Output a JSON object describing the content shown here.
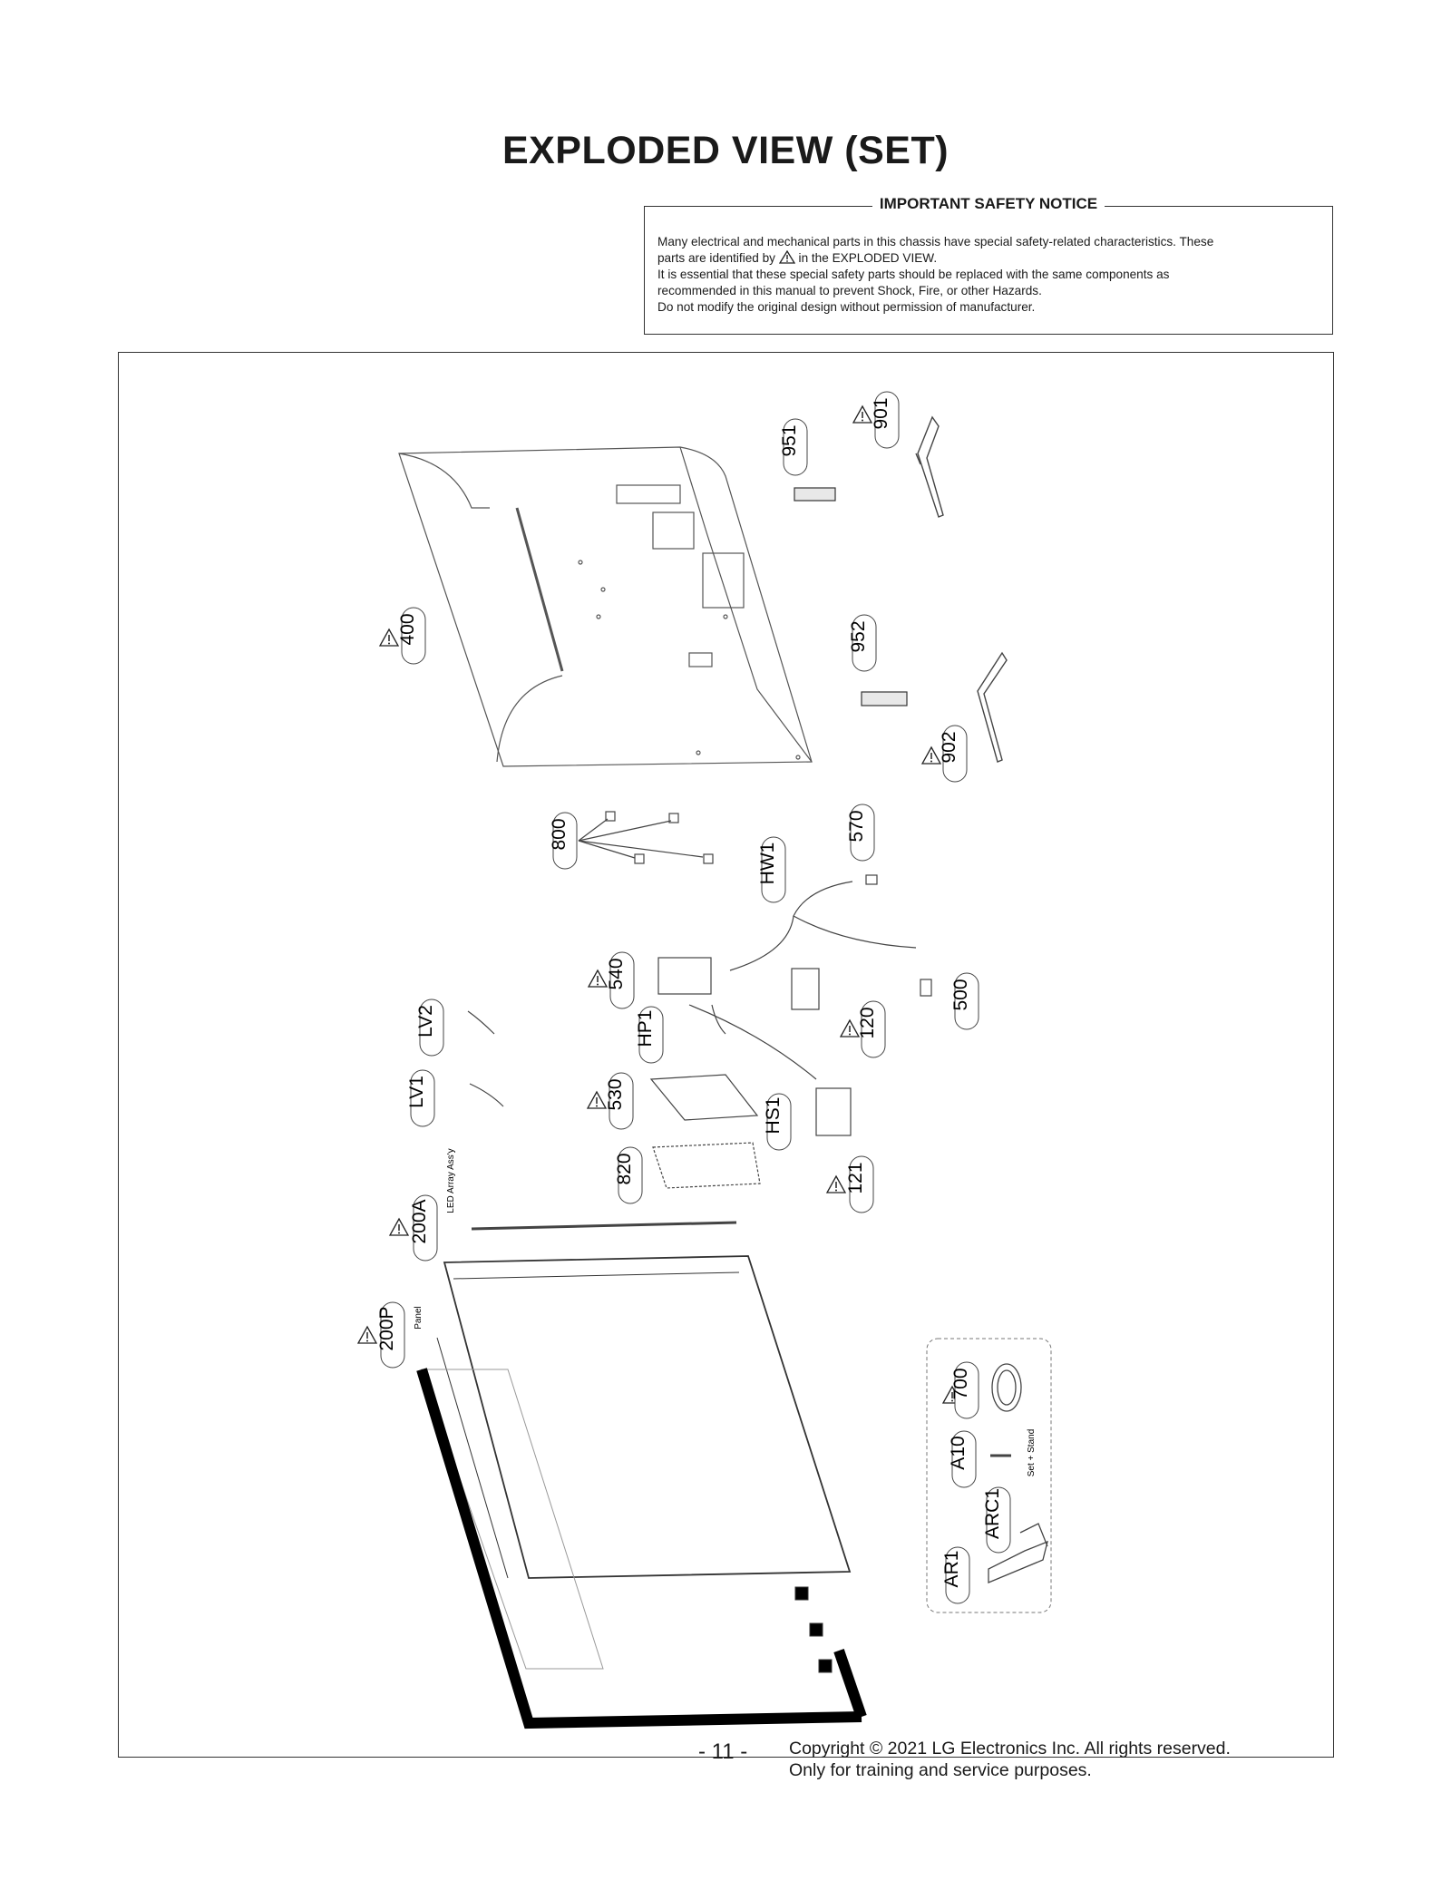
{
  "title": "EXPLODED VIEW (SET)",
  "notice": {
    "heading": "IMPORTANT SAFETY NOTICE",
    "line1": "Many electrical and mechanical parts in this chassis have special safety-related characteristics. These",
    "line2a": "parts are identified by",
    "line2b": "in the EXPLODED VIEW.",
    "line3": "It is essential that these special safety parts should be replaced with the same components as",
    "line4": "recommended in this manual to prevent Shock, Fire, or other Hazards.",
    "line5": "Do not modify the original design without permission of manufacturer."
  },
  "parts": {
    "p951": "951",
    "p901": "901",
    "p400": "400",
    "p952": "952",
    "p902": "902",
    "p800": "800",
    "p570": "570",
    "pHW1": "HW1",
    "p540": "540",
    "p500": "500",
    "p120": "120",
    "pHP1": "HP1",
    "pLV2": "LV2",
    "pLV1": "LV1",
    "p530": "530",
    "pHS1": "HS1",
    "p820": "820",
    "p121": "121",
    "p200A": "200A",
    "p200P": "200P",
    "p700": "700",
    "pA10": "A10",
    "pARC1": "ARC1",
    "pAR1": "AR1"
  },
  "labels": {
    "led_array": "LED Array Ass'y",
    "panel": "Panel",
    "set_stand": "Set + Stand"
  },
  "footer": {
    "page": "- 11 -",
    "copyright": "Copyright © 2021 LG Electronics Inc. All rights reserved.",
    "purpose": "Only for training and service purposes."
  }
}
